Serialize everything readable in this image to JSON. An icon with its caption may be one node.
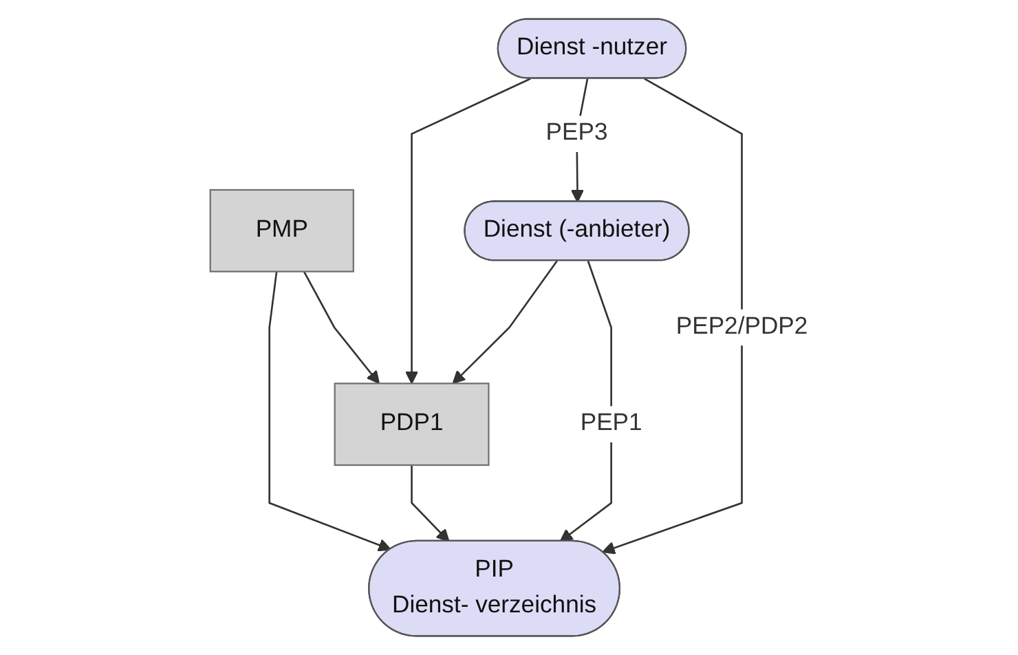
{
  "diagram": {
    "nodes": [
      {
        "text": [
          "PDP1"
        ]
      },
      {
        "text": [
          "PIP",
          "Dienst- verzeichnis"
        ]
      },
      {
        "text": [
          "PMP"
        ]
      },
      {
        "text": [
          "Dienst (-anbieter)"
        ]
      },
      {
        "text": [
          "Dienst -nutzer"
        ]
      }
    ],
    "edges": [
      {
        "from": 2,
        "to": 0,
        "arrow": "to"
      },
      {
        "from": 0,
        "to": 1,
        "arrow": "to"
      },
      {
        "from": 2,
        "to": 1,
        "arrow": "to"
      },
      {
        "from": 3,
        "to": 1,
        "arrow": "to",
        "label": "PEP1"
      },
      {
        "from": 3,
        "to": 0,
        "arrow": "to"
      },
      {
        "from": 4,
        "to": 1,
        "arrow": "to",
        "label": "PEP2/PDP2"
      },
      {
        "from": 4,
        "to": 3,
        "arrow": "to",
        "label": "PEP3"
      },
      {
        "from": 4,
        "to": 0,
        "arrow": "to"
      }
    ]
  }
}
